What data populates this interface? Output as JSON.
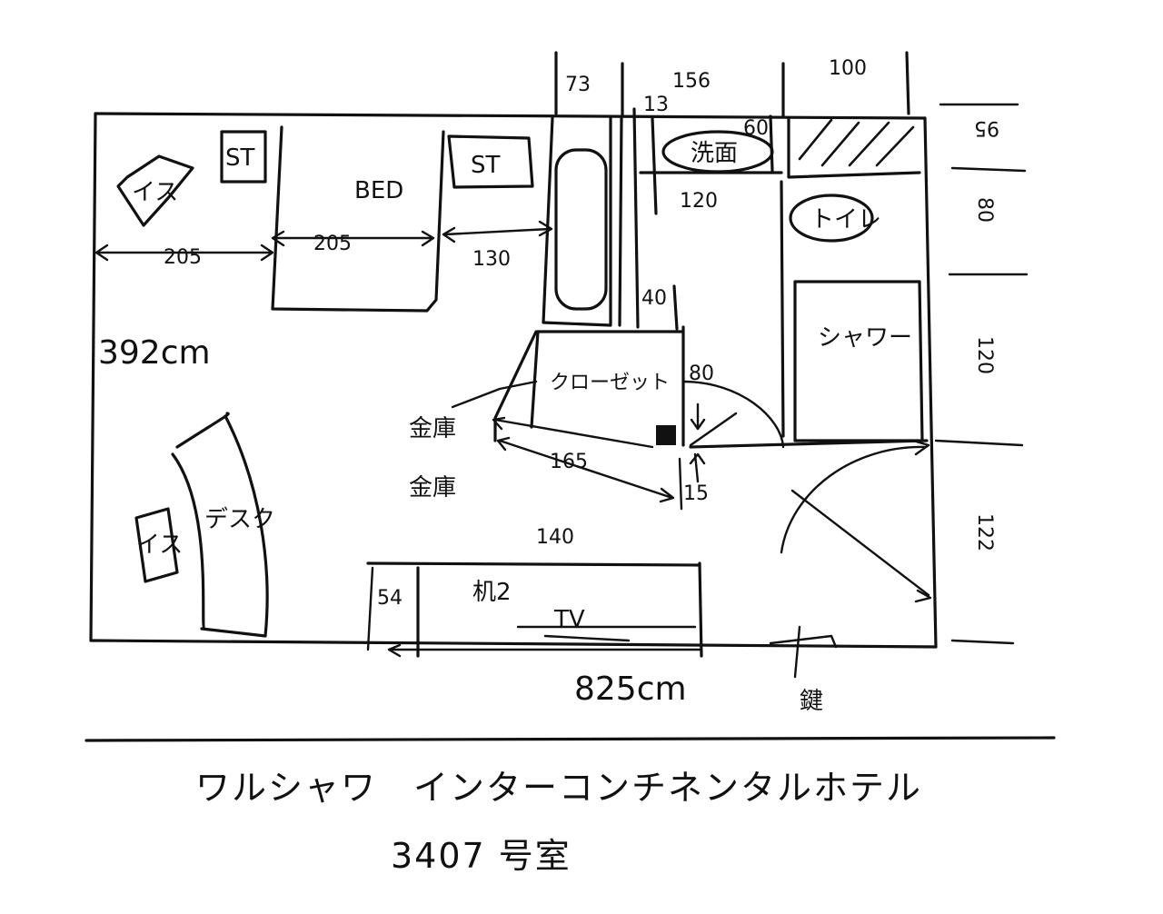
{
  "labels": {
    "isu1": "イス",
    "st_left": "ST",
    "bed": "BED",
    "st_right": "ST",
    "senmen": "洗面",
    "toire": "トイレ",
    "shower": "シャワー",
    "closet": "クローゼット",
    "kinko": "金庫",
    "isu2": "イス",
    "desk": "デスク",
    "tsukue": "机2",
    "tv": "TV",
    "kagi": "鍵",
    "kinko_detail": "金庫"
  },
  "dimensions": {
    "d_205a": "205",
    "d_205b": "205",
    "d_130": "130",
    "d_73": "73",
    "d_156": "156",
    "d_100": "100",
    "d_13": "13",
    "d_60": "60",
    "d_120": "120",
    "d_40": "40",
    "d_80": "80",
    "d_165": "165",
    "d_15": "15",
    "d_140": "140",
    "d_54": "54",
    "r_95": "95",
    "r_80": "80",
    "r_120": "120",
    "r_122": "122",
    "width_total": "392cm",
    "length_total": "825cm"
  },
  "caption": {
    "hotel": "ワルシャワ　インターコンチネンタルホテル",
    "room": "3407 号室"
  }
}
